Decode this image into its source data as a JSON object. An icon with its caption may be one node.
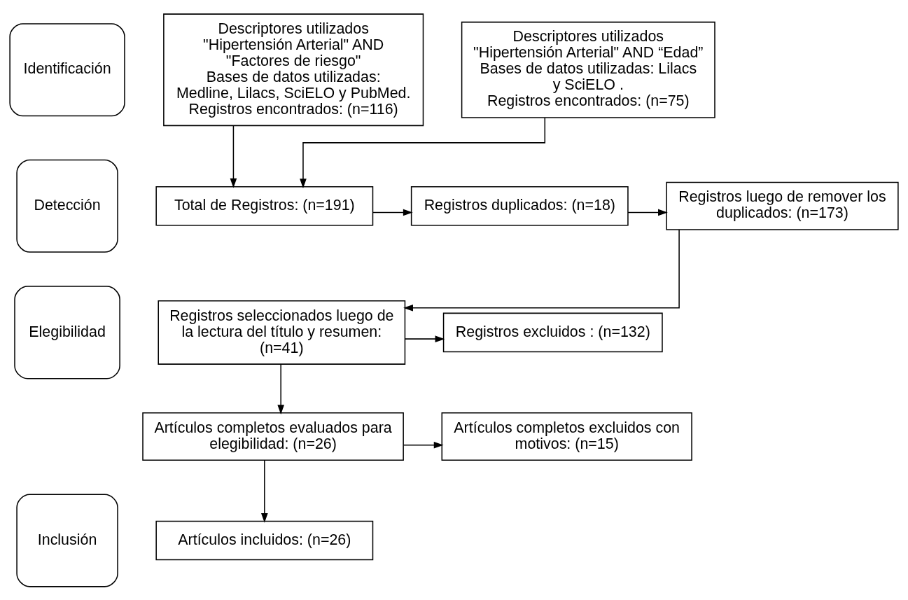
{
  "diagram": {
    "nodes": [
      {
        "text": [
          "Identificación"
        ]
      },
      {
        "text": [
          "Descriptores utilizados",
          "\"Hipertensión Arterial\" AND \"Factores de riesgo\"",
          "Bases de datos utilizadas: Medline, Lilacs, SciELO y PubMed.",
          "Registros encontrados: (n=116)"
        ]
      },
      {
        "text": [
          "Descriptores utilizados",
          "\"Hipertensión Arterial\" AND “Edad”",
          "Bases de datos utilizadas: Lilacs y SciELO .",
          "Registros encontrados: (n=75)"
        ]
      },
      {
        "text": [
          "Detección"
        ]
      },
      {
        "text": [
          "Total de Registros: (n=191)"
        ]
      },
      {
        "text": [
          "Registros duplicados: (n=18)"
        ]
      },
      {
        "text": [
          "Registros luego de remover los duplicados: (n=173)"
        ]
      },
      {
        "text": [
          "Elegibilidad"
        ]
      },
      {
        "text": [
          "Registros seleccionados luego de la lectura del título y resumen: (n=41)"
        ]
      },
      {
        "text": [
          "Registros excluidos : (n=132)"
        ]
      },
      {
        "text": [
          "Artículos completos evaluados para elegibilidad: (n=26)"
        ]
      },
      {
        "text": [
          "Artículos completos excluidos con motivos: (n=15)"
        ]
      },
      {
        "text": [
          "Inclusión"
        ]
      },
      {
        "text": [
          "Artículos incluidos: (n=26)"
        ]
      }
    ],
    "edges": [
      {
        "from": 1,
        "to": 4,
        "arrow": "to"
      },
      {
        "from": 2,
        "to": 4,
        "arrow": "to"
      },
      {
        "from": 4,
        "to": 5,
        "arrow": "to"
      },
      {
        "from": 5,
        "to": 6,
        "arrow": "to"
      },
      {
        "from": 6,
        "to": 8,
        "arrow": "to"
      },
      {
        "from": 8,
        "to": 9,
        "arrow": "to"
      },
      {
        "from": 8,
        "to": 10,
        "arrow": "to"
      },
      {
        "from": 10,
        "to": 11,
        "arrow": "to"
      },
      {
        "from": 10,
        "to": 13,
        "arrow": "to"
      }
    ]
  }
}
